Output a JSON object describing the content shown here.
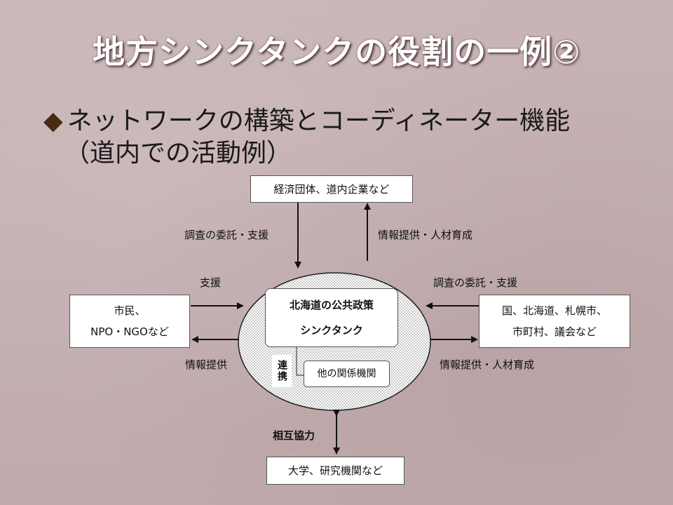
{
  "slide": {
    "title": "地方シンクタンクの役割の一例②",
    "bullet_line1": "ネットワークの構築とコーディネーター機能",
    "bullet_line2": "（道内での活動例）"
  },
  "diagram": {
    "top_box": "経済団体、道内企業など",
    "left_box_line1": "市民、",
    "left_box_line2": "NPO・NGOなど",
    "right_box_line1": "国、北海道、札幌市、",
    "right_box_line2": "市町村、議会など",
    "bottom_box": "大学、研究機関など",
    "center_title_line1": "北海道の公共政策",
    "center_title_line2": "シンクタンク",
    "renkei": "連携",
    "other_orgs": "他の関係機関",
    "label_top_left": "調査の委託・支援",
    "label_top_right": "情報提供・人材育成",
    "label_left_top": "支援",
    "label_left_bottom": "情報提供",
    "label_right_top": "調査の委託・支援",
    "label_right_bottom": "情報提供・人材育成",
    "label_bottom": "相互協力"
  }
}
